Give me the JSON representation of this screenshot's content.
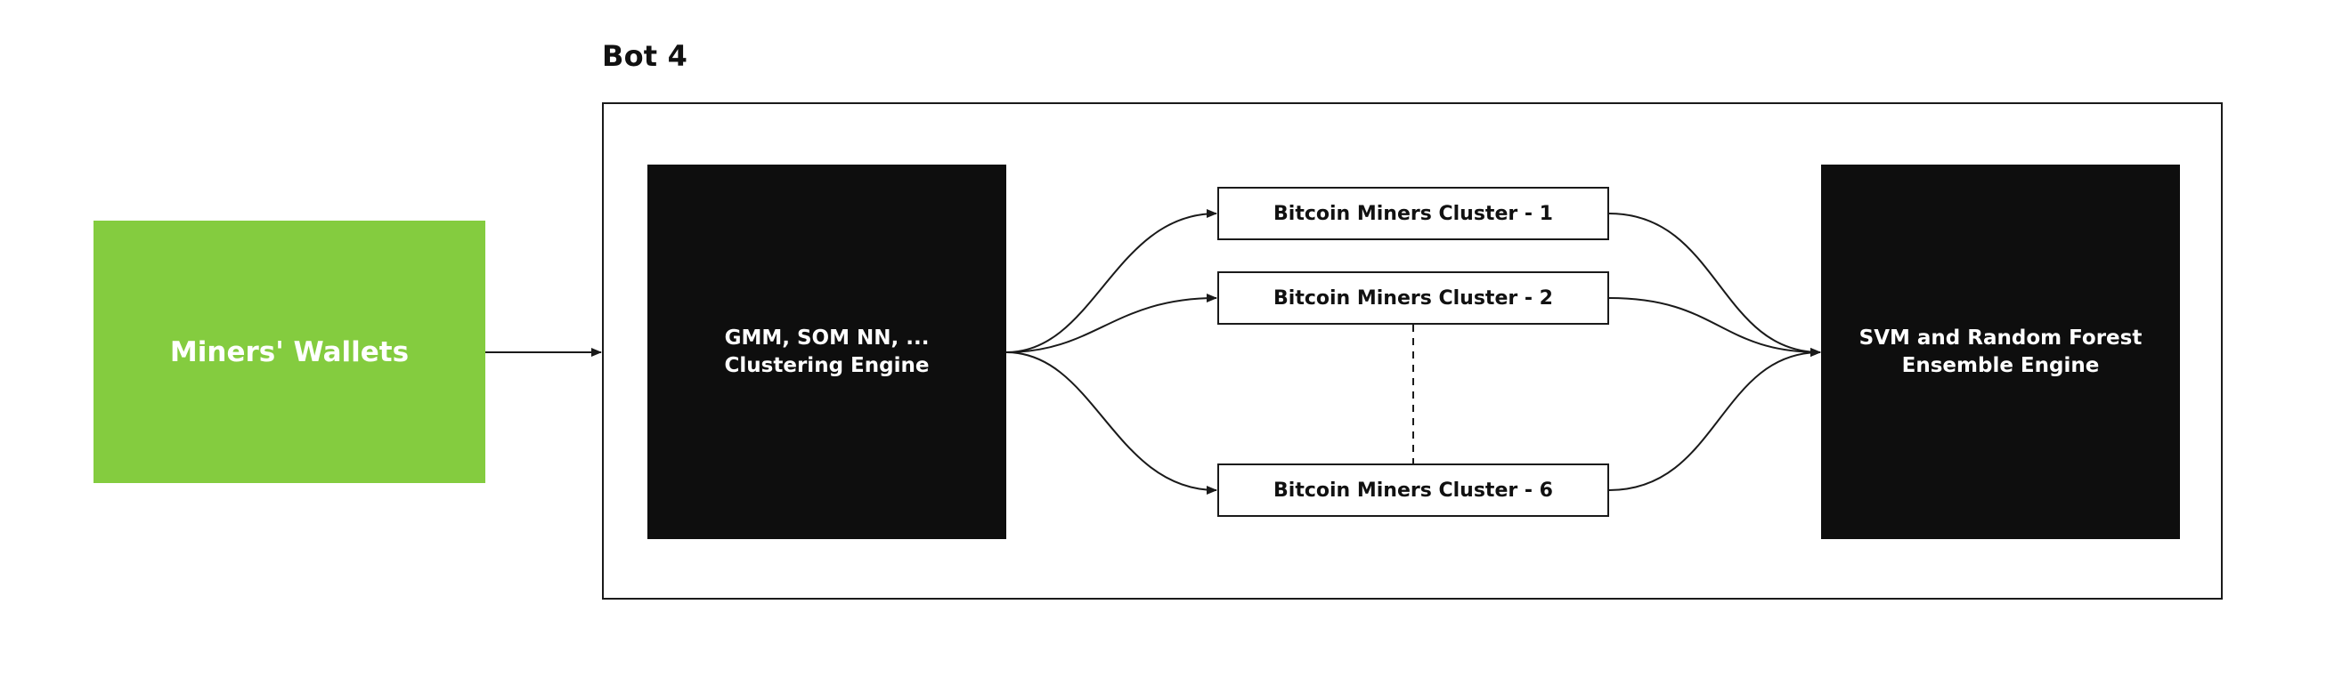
{
  "diagram": {
    "title": "Bot 4",
    "source": {
      "label": "Miners' Wallets",
      "color": "#84cc3f"
    },
    "clustering_engine": {
      "line1": "GMM, SOM NN, ...",
      "line2": "Clustering Engine"
    },
    "clusters": [
      {
        "label": "Bitcoin Miners Cluster - 1"
      },
      {
        "label": "Bitcoin Miners Cluster - 2"
      },
      {
        "label": "Bitcoin Miners Cluster - 6"
      }
    ],
    "ensemble_engine": {
      "line1": "SVM and Random Forest",
      "line2": "Ensemble Engine"
    },
    "colors": {
      "engine_fill": "#0e0e0e",
      "line": "#1a1a1a"
    }
  }
}
